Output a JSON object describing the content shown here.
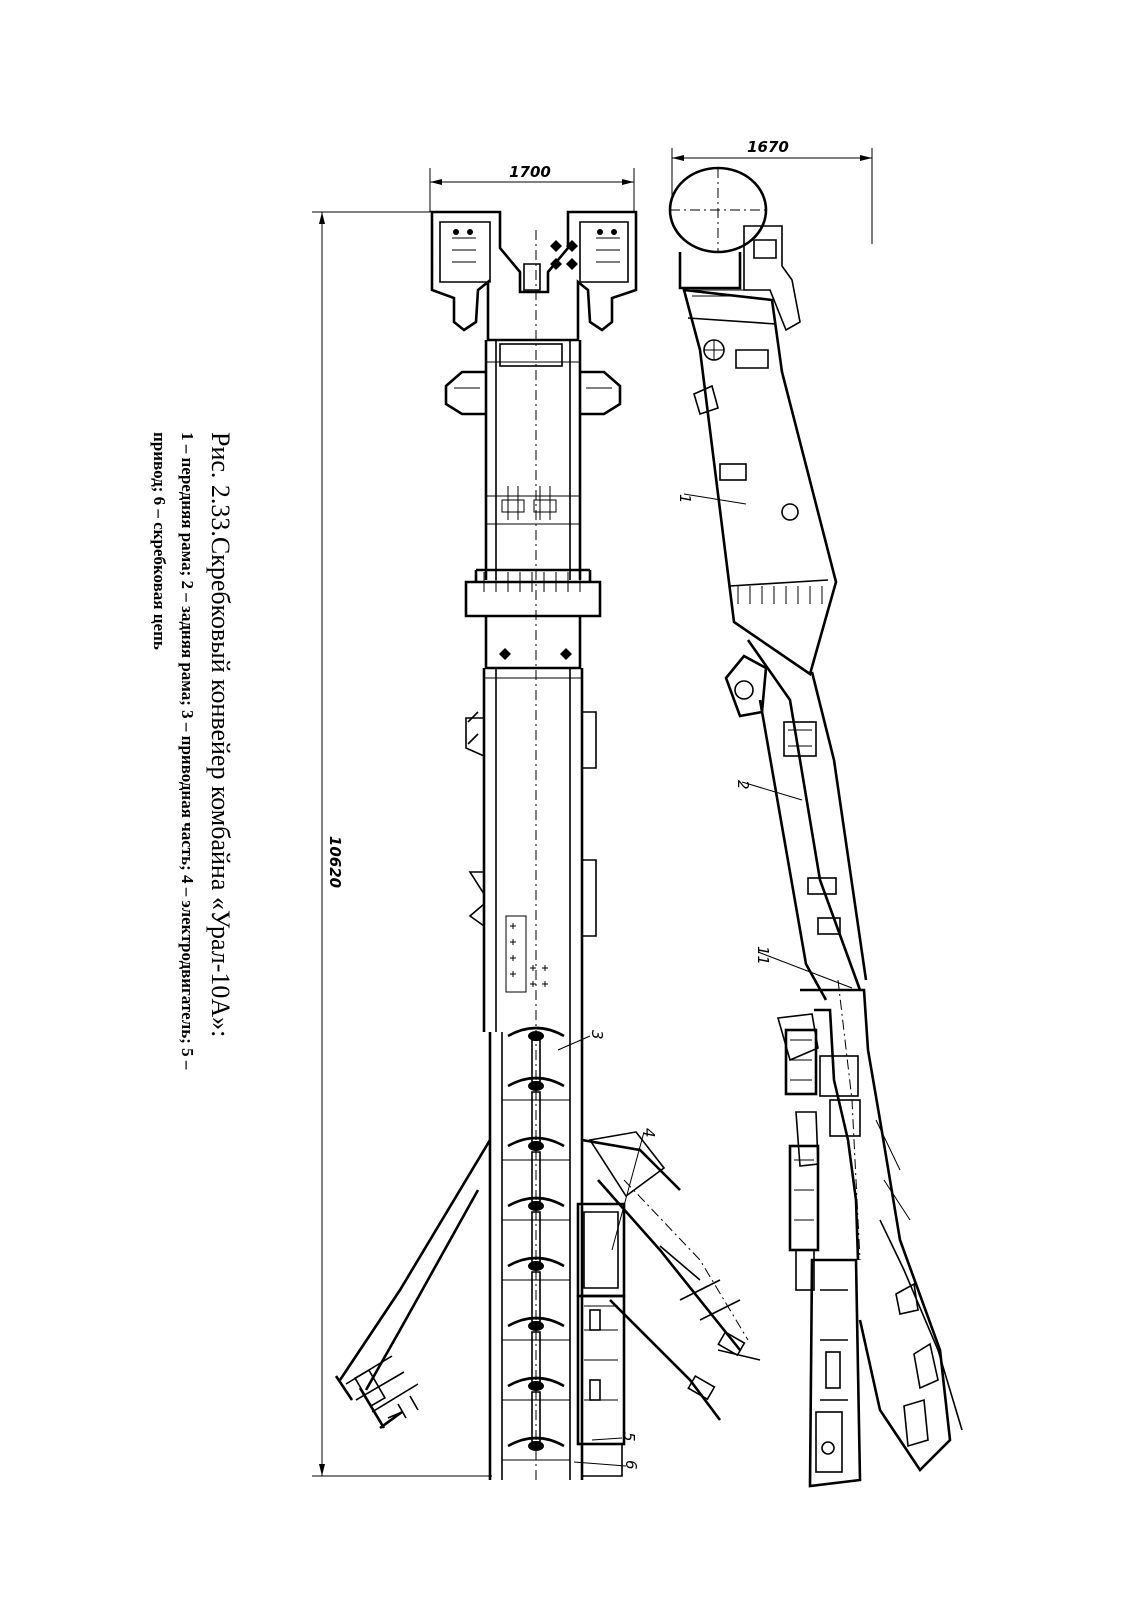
{
  "figure": {
    "caption_title": "Рис. 2.33.Скребковый конвейер комбайна «Урал-10А»:",
    "caption_line1": "1 – передняя рама; 2 – задняя рама; 3 – приводная часть; 4 – электродвигатель; 5 –",
    "caption_line2": "привод; 6 – скребковая цепь"
  },
  "dimensions": {
    "width_plan": "1700",
    "width_side": "1670",
    "total_length": "10620"
  },
  "leaders": {
    "l1": "1",
    "l2": "2",
    "l3": "3",
    "l4": "4",
    "l5": "5",
    "l6": "6",
    "l11": "11"
  }
}
